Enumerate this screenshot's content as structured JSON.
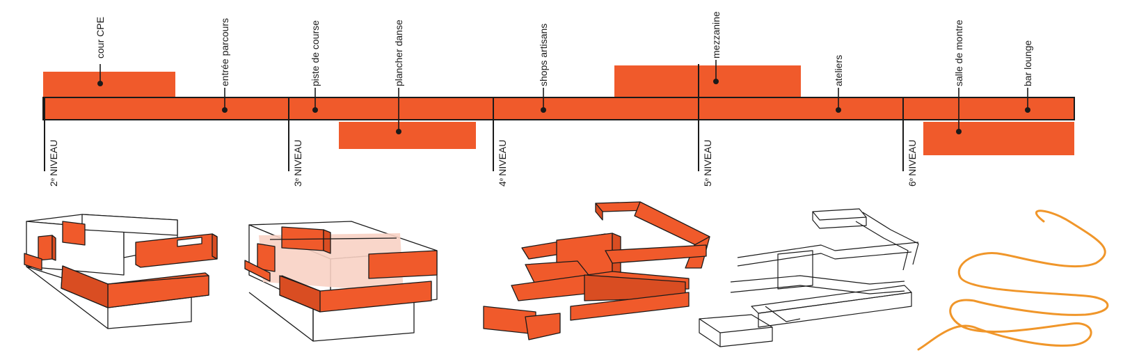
{
  "colors": {
    "accent": "#f05a2b",
    "line": "#1a1a1a",
    "light_accent": "#f8d2c4",
    "trail": "#f0962a"
  },
  "timeline": {
    "levels": [
      {
        "num": "2",
        "sup": "e",
        "text": "NIVEAU"
      },
      {
        "num": "3",
        "sup": "e",
        "text": "NIVEAU"
      },
      {
        "num": "4",
        "sup": "e",
        "text": "NIVEAU"
      },
      {
        "num": "5",
        "sup": "e",
        "text": "NIVEAU"
      },
      {
        "num": "6",
        "sup": "e",
        "text": "NIVEAU"
      }
    ],
    "spaces": [
      {
        "label": "cour CPE"
      },
      {
        "label": "entrée parcours"
      },
      {
        "label": "piste de course"
      },
      {
        "label": "plancher danse"
      },
      {
        "label": "shops artisans"
      },
      {
        "label": "mezzanine"
      },
      {
        "label": "ateliers"
      },
      {
        "label": "salle de montre"
      },
      {
        "label": "bar lounge"
      }
    ]
  }
}
